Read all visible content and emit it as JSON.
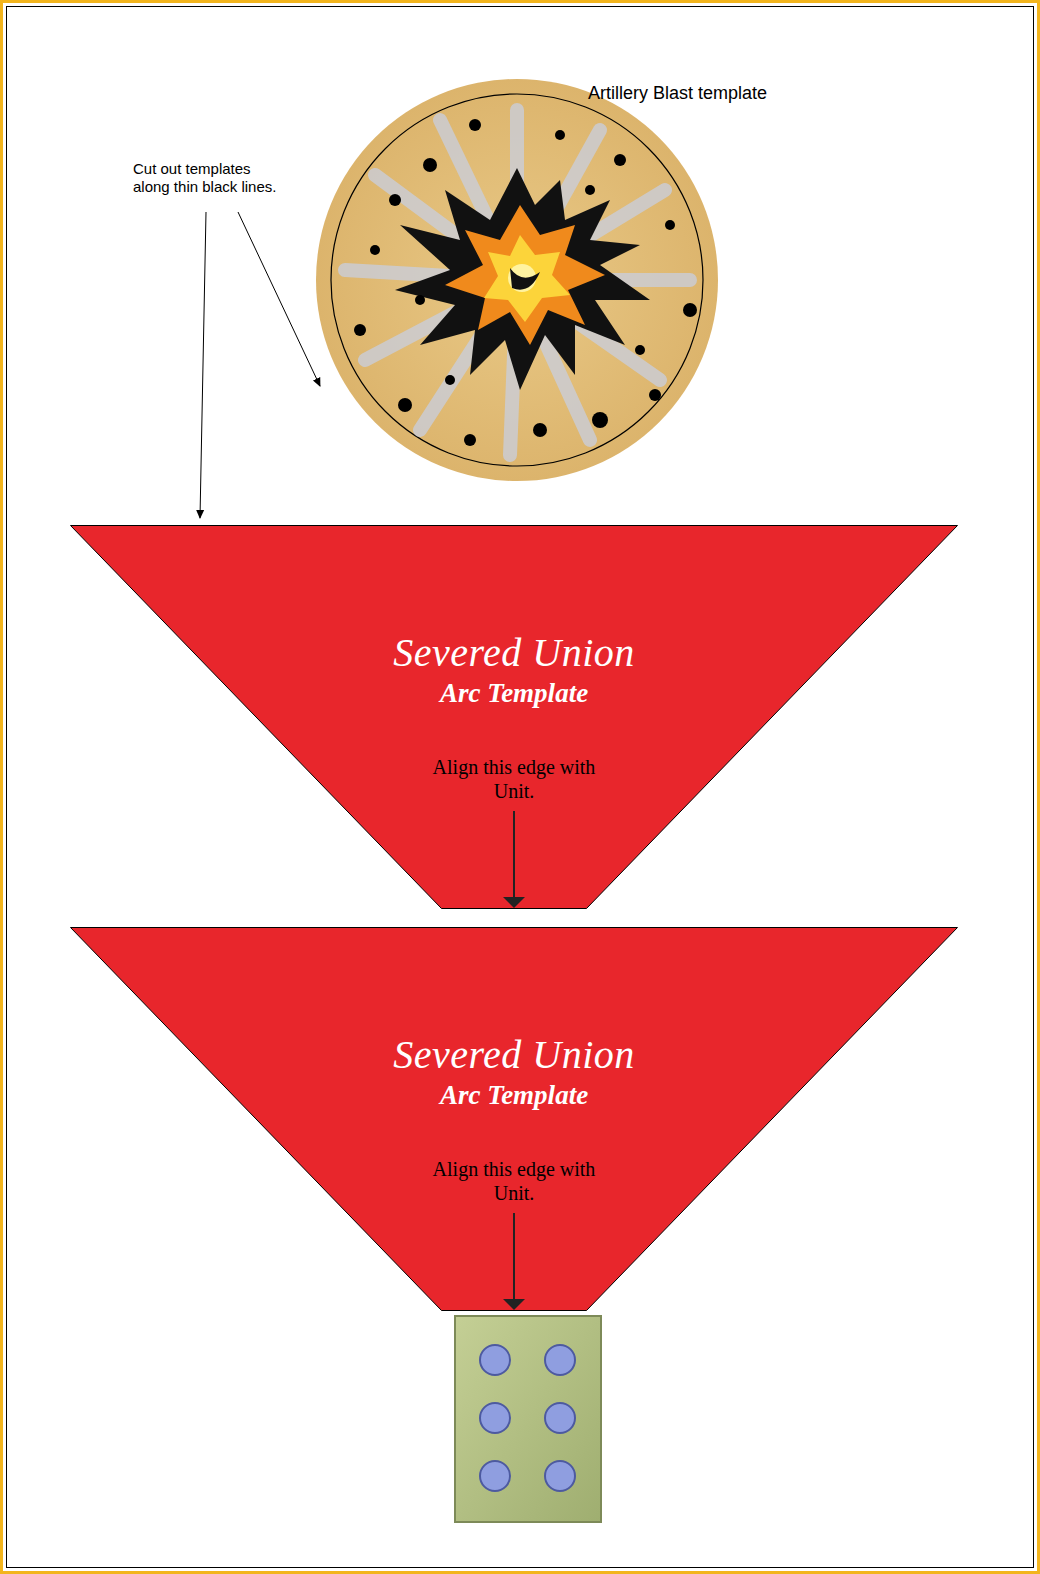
{
  "diagram": {
    "nodes": [
      {
        "text": [
          "Severed Union",
          "Arc Template",
          "Align this edge with Unit."
        ]
      },
      {
        "text": [
          "Severed Union",
          "Arc Template",
          "Align this edge with Unit."
        ]
      }
    ],
    "labels": [
      "Artillery Blast template",
      "Cut out templates along thin black lines."
    ]
  }
}
